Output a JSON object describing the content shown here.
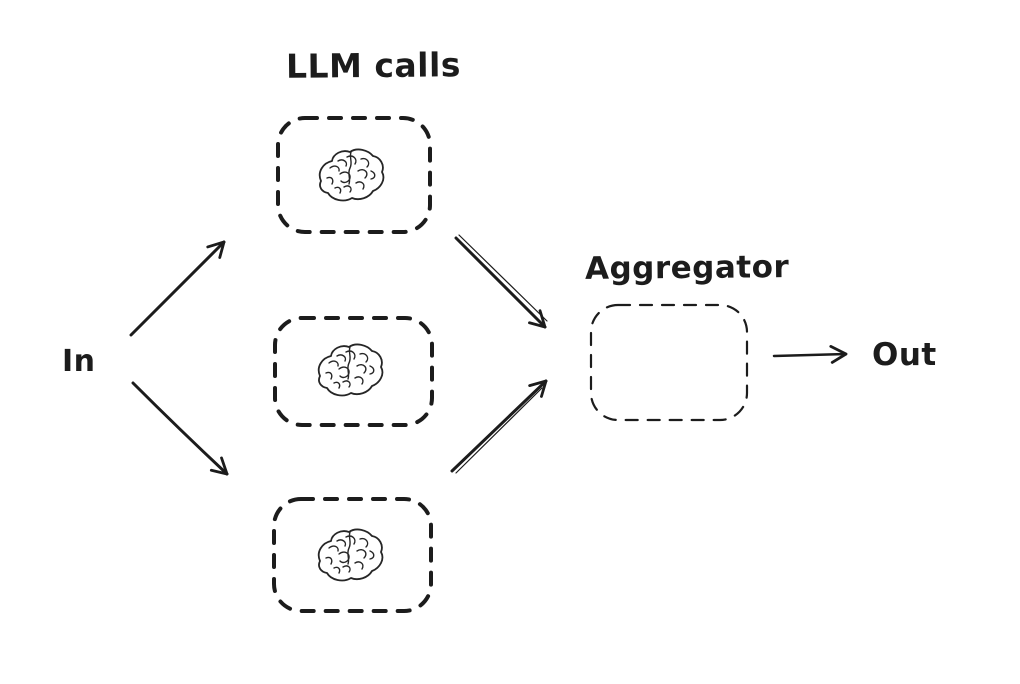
{
  "diagram": {
    "title": "LLM calls",
    "in_label": "In",
    "out_label": "Out",
    "aggregator_label": "Aggregator",
    "background_color": "#ffffff",
    "stroke_color": "#1c1c1c",
    "nodes": [
      {
        "id": "llm-call-1",
        "kind": "llm-call",
        "icon": "brain-icon",
        "border": "dashed-bold"
      },
      {
        "id": "llm-call-2",
        "kind": "llm-call",
        "icon": "brain-icon",
        "border": "dashed-bold"
      },
      {
        "id": "llm-call-3",
        "kind": "llm-call",
        "icon": "brain-icon",
        "border": "dashed-bold"
      },
      {
        "id": "aggregator",
        "kind": "aggregator",
        "border": "dashed-thin"
      }
    ],
    "edges": [
      {
        "from": "in",
        "to": "llm-call-1"
      },
      {
        "from": "in",
        "to": "llm-call-3"
      },
      {
        "from": "llm-call-1",
        "to": "aggregator"
      },
      {
        "from": "llm-call-3",
        "to": "aggregator"
      },
      {
        "from": "aggregator",
        "to": "out"
      }
    ]
  }
}
